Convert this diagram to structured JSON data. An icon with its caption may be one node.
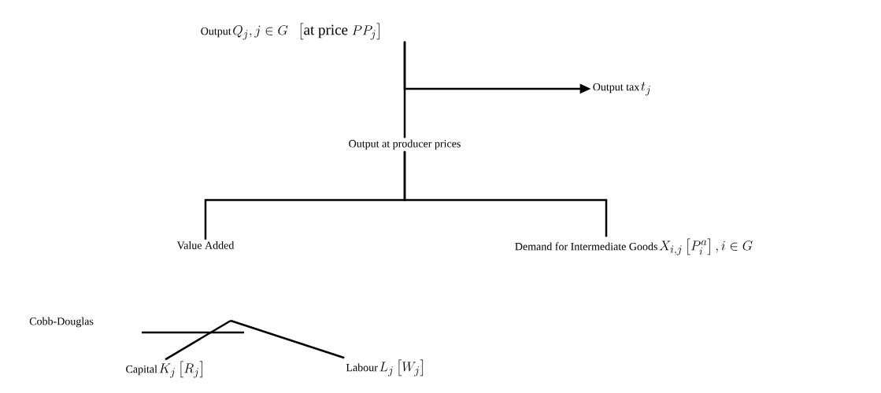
{
  "diagram": {
    "nodes": [
      {
        "text": [
          "Output",
          "Q_j , j \\in G \\;\\; \\left[ \\text{at price } PP_j \\right]"
        ]
      },
      {
        "text": [
          "Output tax",
          "t_j"
        ]
      },
      {
        "text": [
          "Output at producer prices"
        ]
      },
      {
        "text": [
          "Value Added"
        ]
      },
      {
        "text": [
          "Demand for Intermediate Goods",
          "X_{i,j} \\left[ P_i^a \\right] , i \\in G"
        ]
      },
      {
        "text": [
          "Capital",
          "K_j \\left[ R_j \\right]"
        ]
      },
      {
        "text": [
          "Labour",
          "L_j \\left[ W_j \\right]"
        ]
      }
    ],
    "edges": [
      {
        "from": 0,
        "to": 2,
        "arrow": "none"
      },
      {
        "from": 0,
        "to": 1,
        "arrow": "to"
      },
      {
        "from": 2,
        "to": 3,
        "arrow": "none"
      },
      {
        "from": 2,
        "to": 4,
        "arrow": "none"
      },
      {
        "from": null,
        "to": 5,
        "arrow": "none"
      },
      {
        "from": null,
        "to": 6,
        "arrow": "none"
      }
    ],
    "labels": [
      "Cobb-Douglas"
    ]
  }
}
